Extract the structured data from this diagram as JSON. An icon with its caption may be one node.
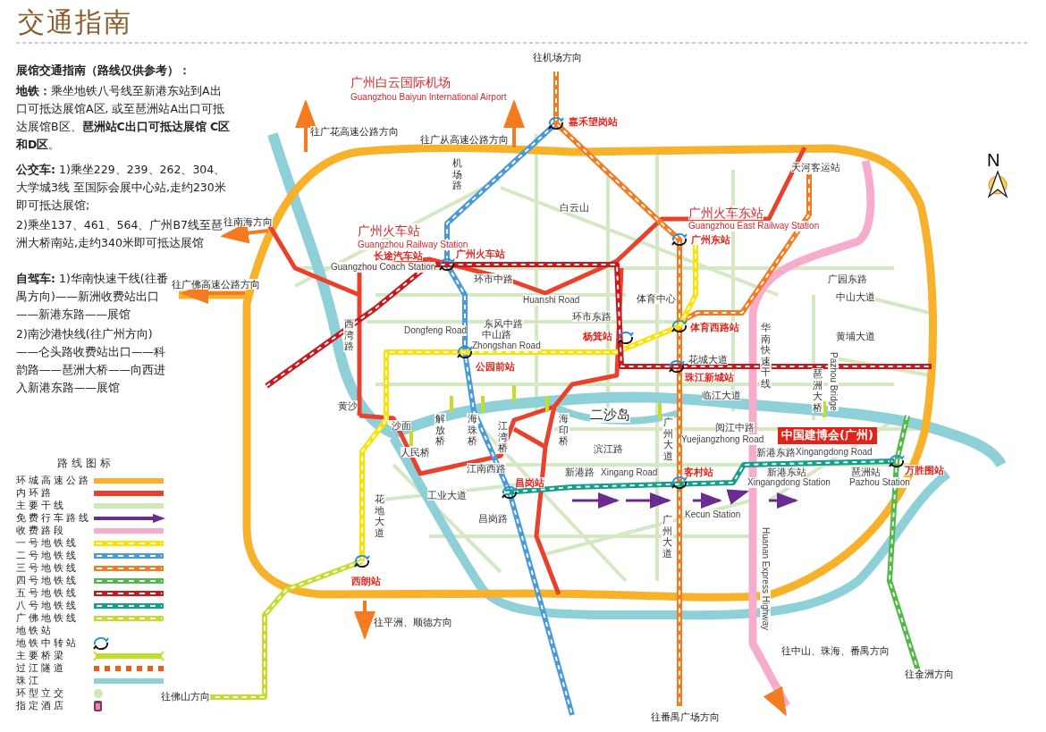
{
  "diagram": {
    "title": "交通指南",
    "labels": [
      "展馆交通指南（路线仅供参考）：",
      "**地铁：**乘坐地铁八号线至新港东站到A出口可抵达展馆A区, 或至琶洲站A出口可抵达展馆B区、**琶洲站C出口可抵达展馆 C区和D区**。",
      "**公交车:** 1)乘坐229、239、262、304、大学城3线 至国际会展中心站,走约230米即可抵达展馆;",
      "2)乘坐137、461、564、广州B7线至琶洲大桥南站,走约340米即可抵达展馆",
      "**自驾车:** 1)华南快速干线(往番禺方向)——新洲收费站出口——新港东路——展馆",
      "2)南沙港快线(往广州方向)——仑头路收费站出口——科韵路——琶洲大桥——向西进入新港东路——展馆",
      "路线图标",
      "N",
      "往机场方向",
      "广州白云国际机场",
      "Guangzhou Baiyun International Airport",
      "往广花高速公路方向",
      "往广从高速公路方向",
      "嘉禾望岗站",
      "机场路",
      "白云山",
      "广州火车站",
      "Guangzhou Railway Station",
      "长途汽车站",
      "Guangzhou Coach Station",
      "广州火车站",
      "环市中路",
      "Huanshi Road",
      "环市东路",
      "东风中路",
      "Dongfeng Road",
      "中山路",
      "Zhongshan Road",
      "公园前站",
      "杨箕站",
      "西湾路",
      "广州火车东站",
      "Guangzhou East Railway Station",
      "广州东站",
      "天河客运站",
      "体育中心",
      "体育西路站",
      "广园东路",
      "中山大道",
      "黄埔大道",
      "花城大道",
      "珠江新城站",
      "临江大道",
      "华南快速干线",
      "二沙岛",
      "往南海方向",
      "往广佛高速公路方向",
      "黄沙",
      "沙面",
      "人民桥",
      "解放桥",
      "海珠桥",
      "江湾桥",
      "海印桥",
      "工业大道",
      "江南西路",
      "昌岗路",
      "昌岗站",
      "花地大道",
      "西朗站",
      "往平洲、顺德方向",
      "往佛山方向",
      "滨江路",
      "新港路",
      "Xingang Road",
      "广州大道",
      "阅江中路",
      "Yuejiangzhong Road",
      "新港东路",
      "Xingangdong Road",
      "中国建博会(广州)",
      "新港东站",
      "Xingangdong Station",
      "琶洲站",
      "Pazhou Station",
      "客村站",
      "Kecun Station",
      "万胜围站",
      "琶洲大桥",
      "Pazhou Bridge",
      "Huanan Express Highway",
      "往中山、珠海、番禺方向",
      "往金洲方向",
      "往番禺广场方向",
      "广州大道"
    ],
    "legend": [
      {
        "text": "环城高速公路",
        "color": "#f8b12b"
      },
      {
        "text": "内环路",
        "color": "#e9412b"
      },
      {
        "text": "主要干线",
        "color": "#cfe6b6"
      },
      {
        "text": "免费行车路线"
      },
      {
        "text": "收费路段",
        "color": "#f6adcd"
      },
      {
        "text": "一号地铁线"
      },
      {
        "text": "二号地铁线"
      },
      {
        "text": "三号地铁线"
      },
      {
        "text": "四号地铁线"
      },
      {
        "text": "五号地铁线"
      },
      {
        "text": "八号地铁线"
      },
      {
        "text": "广佛地铁线"
      },
      {
        "text": "地铁站"
      },
      {
        "text": "地铁中转站"
      },
      {
        "text": "主要桥梁"
      },
      {
        "text": "过江隧道"
      },
      {
        "text": "珠江",
        "color": "#8dd0d8"
      },
      {
        "text": "环型立交"
      },
      {
        "text": "指定酒店"
      }
    ]
  }
}
